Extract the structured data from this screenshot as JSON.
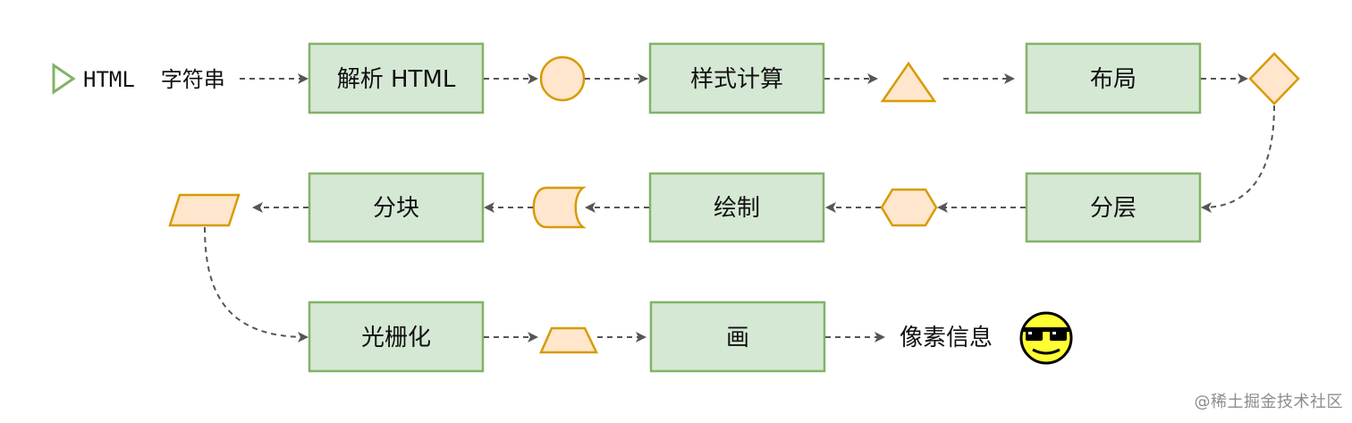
{
  "diagram": {
    "start_label": "HTML  字符串",
    "steps": {
      "parse_html": "解析 HTML",
      "style_calc": "样式计算",
      "layout": "布局",
      "layer": "分层",
      "paint": "绘制",
      "tiling": "分块",
      "raster": "光栅化",
      "draw": "画"
    },
    "end_label": "像素信息",
    "end_icon": "sunglasses-smiley-icon",
    "intermediate_shapes": [
      "circle",
      "triangle",
      "diamond",
      "hexagon",
      "stored-data",
      "parallelogram",
      "trapezoid"
    ],
    "colors": {
      "box_fill": "#d5e8d4",
      "box_stroke": "#82b366",
      "shape_fill": "#ffe6cc",
      "shape_stroke": "#d79b00",
      "connector": "#555555",
      "start_marker": "#82b366"
    }
  },
  "watermark": "@稀土掘金技术社区"
}
